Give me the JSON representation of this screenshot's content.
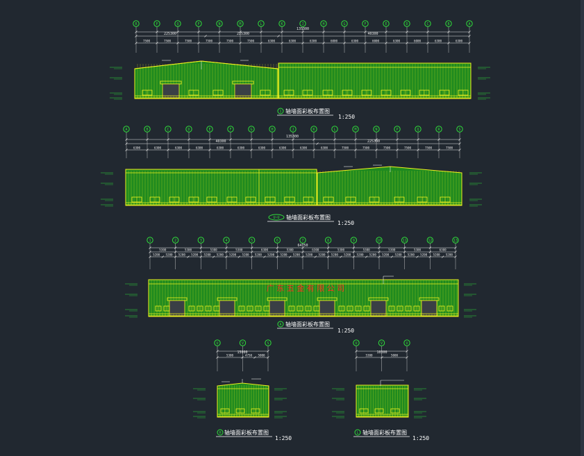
{
  "colors": {
    "background": "#212830",
    "wall_fill": "#1f8a1f",
    "wall_line": "#f2f21e",
    "axis_bubble": "#2fe03a",
    "dimension": "#e8e8e8",
    "title_text": "#ffffff",
    "company_text": "#ff2020"
  },
  "elevations": [
    {
      "id": "e1",
      "axis_labels": [
        "R",
        "P",
        "Q",
        "P",
        "N",
        "M",
        "L",
        "K",
        "J",
        "H",
        "G",
        "F",
        "E",
        "D",
        "C",
        "B",
        "A"
      ],
      "total_dim": "135300",
      "sub_dims": [
        "225300",
        "225300",
        "40300"
      ],
      "segment_dims": [
        "7500",
        "7500",
        "7500",
        "7500",
        "7500",
        "7500",
        "6300",
        "6300",
        "6300",
        "6000",
        "6300",
        "6000",
        "6300",
        "6000",
        "6300",
        "6300"
      ],
      "title_marker": "1",
      "title": "轴墙面彩板布置图",
      "scale": "1:250"
    },
    {
      "id": "e2",
      "axis_labels": [
        "A",
        "B",
        "C",
        "D",
        "E",
        "F",
        "G",
        "H",
        "J",
        "K",
        "L",
        "M",
        "N",
        "P",
        "Q",
        "R",
        "S"
      ],
      "total_dim": "135300",
      "sub_dims": [
        "40300",
        "225300"
      ],
      "segment_dims": [
        "6300",
        "6300",
        "6300",
        "6300",
        "6300",
        "6300",
        "6300",
        "6300",
        "6300",
        "6300",
        "7500",
        "7500",
        "7500",
        "7500",
        "7500",
        "7500"
      ],
      "title_marker": "U~U",
      "title": "轴墙面彩板布置图",
      "scale": "1:250"
    },
    {
      "id": "e3",
      "axis_labels": [
        "1",
        "2",
        "3",
        "4",
        "5",
        "6",
        "7",
        "8",
        "9",
        "10",
        "11",
        "12",
        "13"
      ],
      "total_dim": "64750",
      "segment_dims": [
        "5300",
        "5300",
        "5300",
        "5300",
        "6300",
        "5300",
        "6300",
        "5300",
        "5300",
        "5300",
        "5300",
        "6300"
      ],
      "sub_segment_dims": [
        "5200",
        "5200",
        "5200",
        "5200",
        "5200",
        "5200",
        "5200",
        "5200",
        "5200",
        "5200",
        "5200",
        "5200",
        "5200",
        "5200",
        "5200",
        "5200",
        "5200",
        "5200",
        "5200",
        "5200",
        "5200",
        "5200",
        "5200",
        "5200"
      ],
      "company_name": "广 东 五 金 有 限 公 司",
      "title_marker": "A",
      "title": "轴墙面彩板布置图",
      "scale": "1:250"
    },
    {
      "id": "e4",
      "axis_labels": [
        "U",
        "V",
        "S"
      ],
      "total_dim": "15000",
      "segment_dims": [
        "5300",
        "4750",
        "5000"
      ],
      "title_marker": "H",
      "title": "轴墙面彩板布置图",
      "scale": "1:250"
    },
    {
      "id": "e5",
      "axis_labels": [
        "U",
        "V",
        "U"
      ],
      "total_dim": "10300",
      "segment_dims": [
        "5300",
        "5000"
      ],
      "title_marker": "L",
      "title": "轴墙面彩板布置图",
      "scale": "1:250"
    }
  ]
}
